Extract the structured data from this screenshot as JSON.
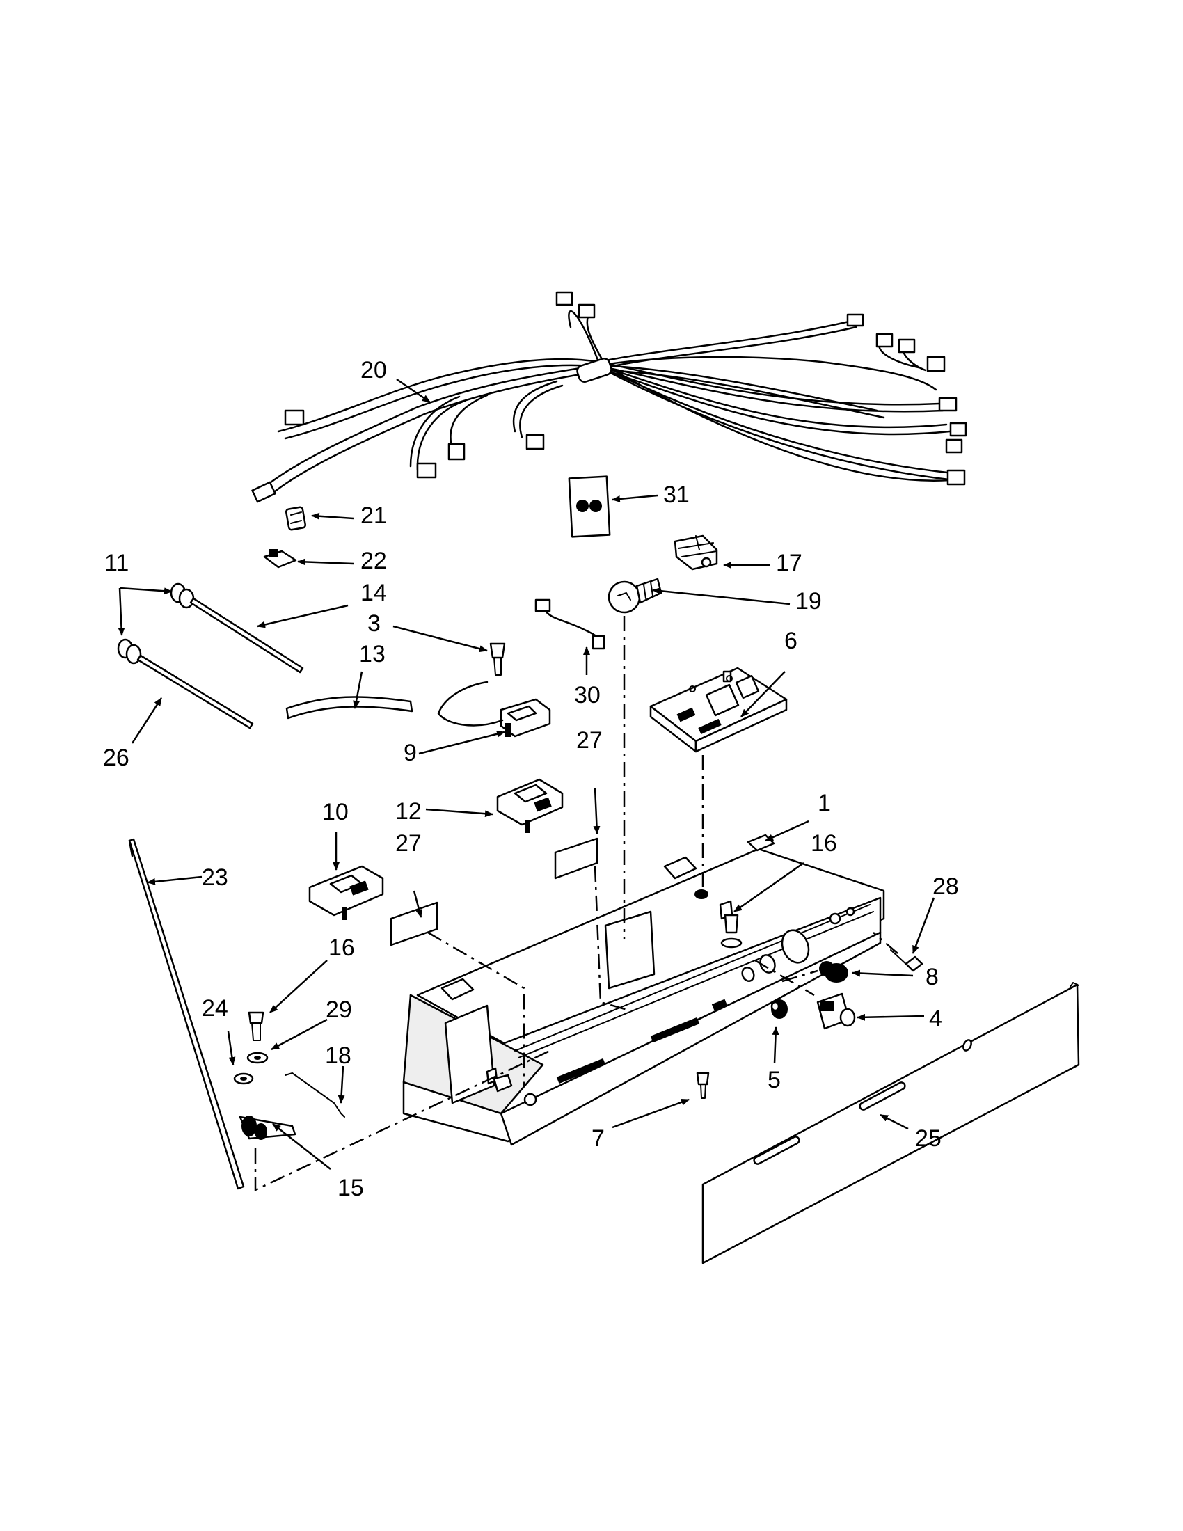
{
  "callouts": [
    {
      "id": "c20",
      "text": "20"
    },
    {
      "id": "c21",
      "text": "21"
    },
    {
      "id": "c22",
      "text": "22"
    },
    {
      "id": "c31",
      "text": "31"
    },
    {
      "id": "c11",
      "text": "11"
    },
    {
      "id": "c14",
      "text": "14"
    },
    {
      "id": "c3",
      "text": "3"
    },
    {
      "id": "c17",
      "text": "17"
    },
    {
      "id": "c19",
      "text": "19"
    },
    {
      "id": "c13",
      "text": "13"
    },
    {
      "id": "c30",
      "text": "30"
    },
    {
      "id": "c6",
      "text": "6"
    },
    {
      "id": "c26",
      "text": "26"
    },
    {
      "id": "c9",
      "text": "9"
    },
    {
      "id": "c27a",
      "text": "27"
    },
    {
      "id": "c10",
      "text": "10"
    },
    {
      "id": "c12",
      "text": "12"
    },
    {
      "id": "c1",
      "text": "1"
    },
    {
      "id": "c27b",
      "text": "27"
    },
    {
      "id": "c16a",
      "text": "16"
    },
    {
      "id": "c23",
      "text": "23"
    },
    {
      "id": "c28",
      "text": "28"
    },
    {
      "id": "c16b",
      "text": "16"
    },
    {
      "id": "c8",
      "text": "8"
    },
    {
      "id": "c24",
      "text": "24"
    },
    {
      "id": "c29",
      "text": "29"
    },
    {
      "id": "c4",
      "text": "4"
    },
    {
      "id": "c18",
      "text": "18"
    },
    {
      "id": "c5",
      "text": "5"
    },
    {
      "id": "c7",
      "text": "7"
    },
    {
      "id": "c25",
      "text": "25"
    },
    {
      "id": "c15",
      "text": "15"
    }
  ]
}
